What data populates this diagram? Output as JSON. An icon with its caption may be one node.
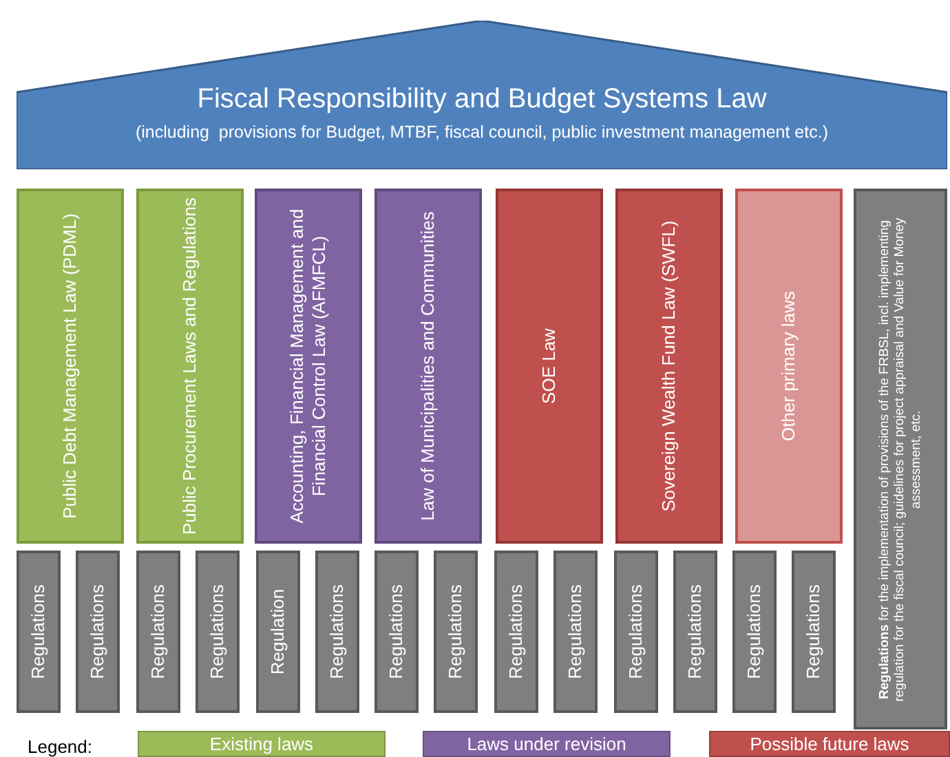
{
  "diagram": {
    "nodes": [
      {
        "text": [
          "Fiscal Responsibility and Budget Systems Law",
          "(including  provisions for Budget, MTBF, fiscal council, public investment management etc.)"
        ]
      },
      {
        "text": [
          "Public Debt Management Law (PDML)"
        ]
      },
      {
        "text": [
          "Public Procurement Laws and Regulations"
        ]
      },
      {
        "text": [
          "Accounting, Financial Management and Financial Control Law (AFMFCL)"
        ]
      },
      {
        "text": [
          "Law of Municipalities and Communities"
        ]
      },
      {
        "text": [
          "SOE Law"
        ]
      },
      {
        "text": [
          "Sovereign Wealth Fund Law (SWFL)"
        ]
      },
      {
        "text": [
          "Other primary laws"
        ]
      },
      {
        "text": [
          "**Regulations** for the implementation of provisions of the FRBSL, incl. implementing regulation for the fiscal council; guidelines for project appraisal and Value for Money assessment, etc."
        ]
      },
      {
        "text": [
          "Regulations"
        ]
      },
      {
        "text": [
          "Regulations"
        ]
      },
      {
        "text": [
          "Regulations"
        ]
      },
      {
        "text": [
          "Regulations"
        ]
      },
      {
        "text": [
          "Regulation"
        ]
      },
      {
        "text": [
          "Regulations"
        ]
      },
      {
        "text": [
          "Regulations"
        ]
      },
      {
        "text": [
          "Regulations"
        ]
      },
      {
        "text": [
          "Regulations"
        ]
      },
      {
        "text": [
          "Regulations"
        ]
      },
      {
        "text": [
          "Regulations"
        ]
      },
      {
        "text": [
          "Regulations"
        ]
      },
      {
        "text": [
          "Regulations"
        ]
      },
      {
        "text": [
          "Regulations"
        ]
      }
    ],
    "edges": [],
    "labels": [
      "Legend:"
    ],
    "legend": [
      {
        "text": "Existing laws",
        "color": "#9bbb59"
      },
      {
        "text": "Laws under revision",
        "color": "#8064a2"
      },
      {
        "text": "Possible future laws",
        "color": "#c0504d"
      }
    ]
  }
}
